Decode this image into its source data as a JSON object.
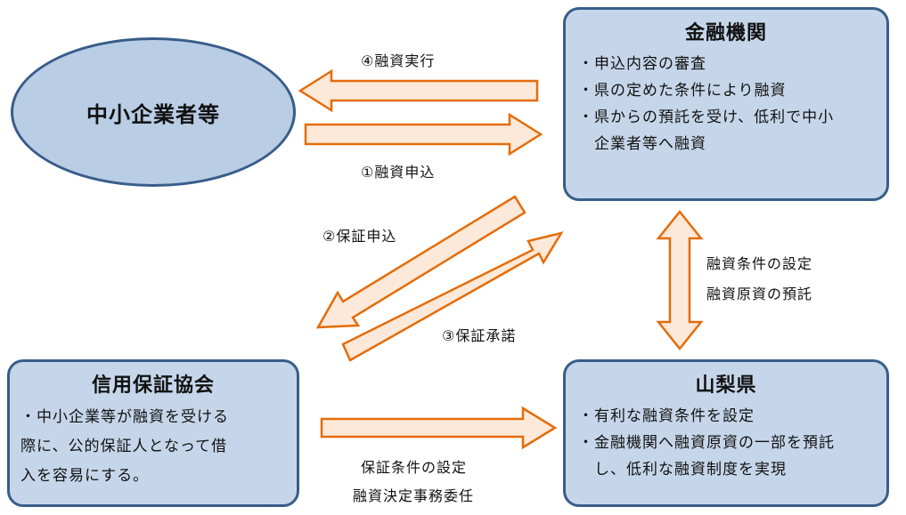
{
  "nodes": {
    "sme": {
      "label": "中小企業者等"
    },
    "bank": {
      "title": "金融機関",
      "items": [
        "・申込内容の審査",
        "・県の定めた条件により融資",
        "・県からの預託を受け、低利で中小",
        "　企業者等へ融資"
      ]
    },
    "guarantee": {
      "title": "信用保証協会",
      "lines": [
        "・中小企業等が融資を受ける",
        "際に、公的保証人となって借",
        "入を容易にする。"
      ]
    },
    "prefecture": {
      "title": "山梨県",
      "items": [
        "・有利な融資条件を設定",
        "・金融機関へ融資原資の一部を預託",
        "　し、低利な融資制度を実現"
      ]
    }
  },
  "edges": {
    "e4": "④融資実行",
    "e1": "①融資申込",
    "e2": "②保証申込",
    "e3": "③保証承諾",
    "bank_pref": [
      "融資条件の設定",
      "融資原資の預託"
    ],
    "guar_pref": [
      "保証条件の設定",
      "融資決定事務委任"
    ]
  },
  "colors": {
    "arrow_fill": "#fde9d9",
    "arrow_stroke": "#e46c0a",
    "box_fill": "#c6d6ea",
    "border": "#385d8a"
  }
}
